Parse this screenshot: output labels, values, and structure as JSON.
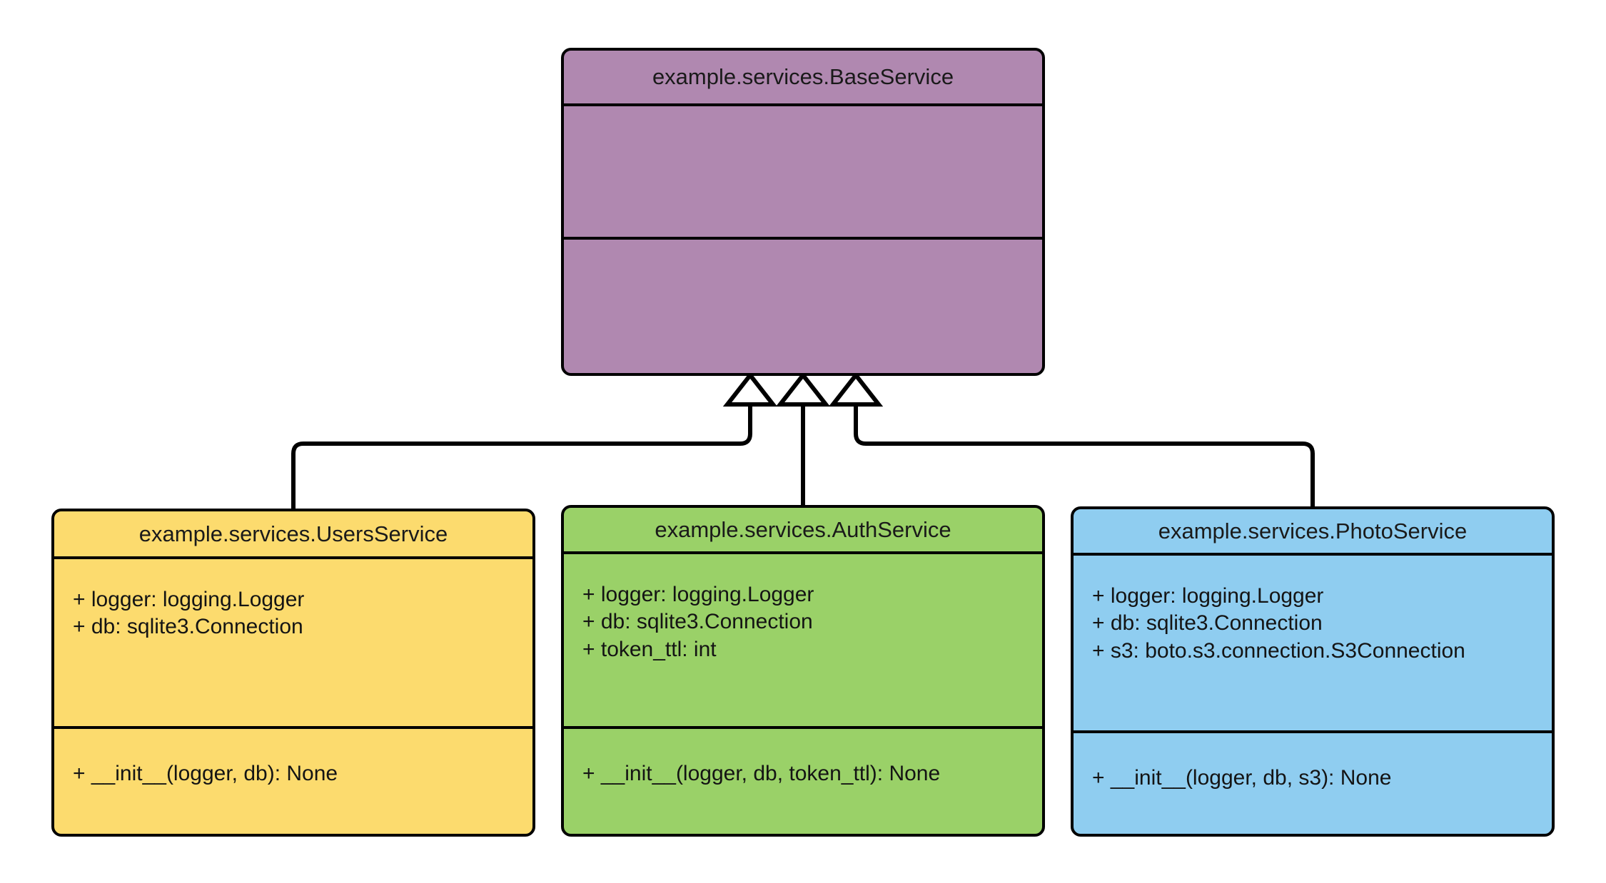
{
  "diagram": {
    "type": "uml-class-diagram",
    "relationship": "generalization",
    "background_color": "#ffffff",
    "line_color": "#000000"
  },
  "classes": {
    "base": {
      "name": "example.services.BaseService",
      "fill_color": "#b088b0",
      "attributes": [],
      "methods": []
    },
    "users": {
      "name": "example.services.UsersService",
      "fill_color": "#fcdb6e",
      "attributes": [
        "+ logger: logging.Logger",
        "+ db: sqlite3.Connection"
      ],
      "methods": [
        "+ __init__(logger, db): None"
      ]
    },
    "auth": {
      "name": "example.services.AuthService",
      "fill_color": "#9ad168",
      "attributes": [
        "+ logger: logging.Logger",
        "+ db: sqlite3.Connection",
        "+ token_ttl: int"
      ],
      "methods": [
        "+ __init__(logger, db, token_ttl): None"
      ]
    },
    "photo": {
      "name": "example.services.PhotoService",
      "fill_color": "#8fcdf0",
      "attributes": [
        "+ logger: logging.Logger",
        "+ db: sqlite3.Connection",
        "+ s3: boto.s3.connection.S3Connection"
      ],
      "methods": [
        "+ __init__(logger, db, s3): None"
      ]
    }
  },
  "edges": [
    {
      "from": "example.services.UsersService",
      "to": "example.services.BaseService",
      "kind": "inheritance"
    },
    {
      "from": "example.services.AuthService",
      "to": "example.services.BaseService",
      "kind": "inheritance"
    },
    {
      "from": "example.services.PhotoService",
      "to": "example.services.BaseService",
      "kind": "inheritance"
    }
  ]
}
